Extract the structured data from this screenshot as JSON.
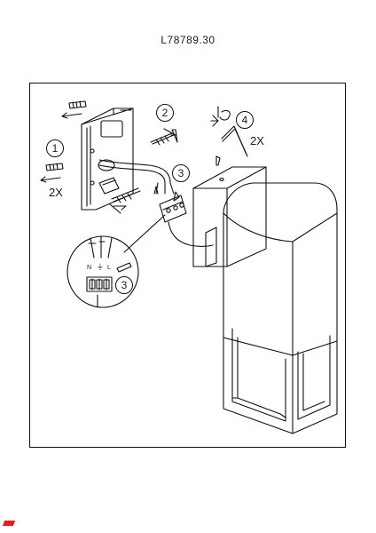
{
  "header": {
    "model_code": "L78789.30"
  },
  "steps": {
    "step1": "1",
    "step2": "2",
    "step3": "3",
    "step3_detail": "3",
    "step4": "4"
  },
  "quantities": {
    "screws_qty": "2X",
    "keys_qty": "2X"
  },
  "terminal_marks": {
    "neutral": "N",
    "ground": "⏚",
    "live": "L"
  },
  "colors": {
    "line": "#111111",
    "brand_mark": "#e02020"
  }
}
